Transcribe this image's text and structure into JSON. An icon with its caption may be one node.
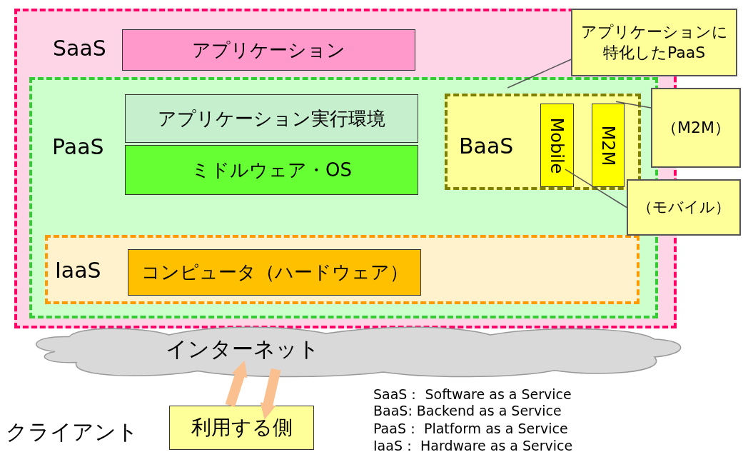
{
  "diagram": {
    "nodes": [
      {
        "text": [
          "SaaS"
        ]
      },
      {
        "text": [
          "アプリケーション"
        ],
        "in": 0
      },
      {
        "text": [
          "PaaS"
        ],
        "in": 0
      },
      {
        "text": [
          "アプリケーション実行環境"
        ],
        "in": 2
      },
      {
        "text": [
          "ミドルウェア・OS"
        ],
        "in": 2
      },
      {
        "text": [
          "BaaS"
        ],
        "in": 2
      },
      {
        "text": [
          "Mobile"
        ],
        "in": 5
      },
      {
        "text": [
          "M2M"
        ],
        "in": 5
      },
      {
        "text": [
          "IaaS"
        ],
        "in": 2
      },
      {
        "text": [
          "コンピュータ（ハードウェア）"
        ],
        "in": 8
      },
      {
        "text": [
          "アプリケーションに特化したPaaS"
        ]
      },
      {
        "text": [
          "（M2M）"
        ]
      },
      {
        "text": [
          "（モバイル）"
        ]
      },
      {
        "text": [
          "インターネット"
        ]
      },
      {
        "text": [
          "利用する側"
        ]
      }
    ],
    "edges": [
      {
        "from": 10,
        "to": 5,
        "arrow": "none"
      },
      {
        "from": 11,
        "to": 7,
        "arrow": "none"
      },
      {
        "from": 12,
        "to": 6,
        "arrow": "none"
      },
      {
        "from": 14,
        "to": 13,
        "arrow": "to",
        "style": "thick",
        "color": "#fac090"
      },
      {
        "from": 13,
        "to": 14,
        "arrow": "to",
        "style": "thick",
        "color": "#fac090"
      }
    ],
    "labels": [
      "クライアント",
      "SaaS： Software as a Service",
      "BaaS: Backend as a Service",
      "PaaS： Platform as a Service",
      "IaaS： Hardware as a Service"
    ]
  }
}
